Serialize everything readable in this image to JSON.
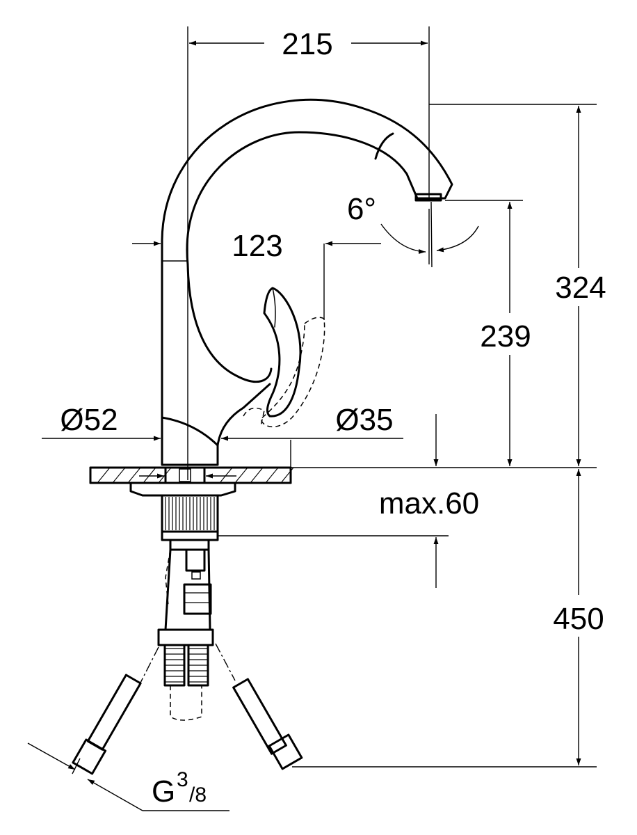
{
  "dimensions": {
    "spout_reach": "215",
    "total_height": "324",
    "spout_height": "239",
    "lever_offset": "123",
    "spray_angle": "6°",
    "base_diameter": "Ø52",
    "hole_diameter": "Ø35",
    "max_thickness": "max.60",
    "hose_length": "450",
    "connection_prefix": "G",
    "connection_numerator": "3",
    "connection_denominator": "/8"
  }
}
